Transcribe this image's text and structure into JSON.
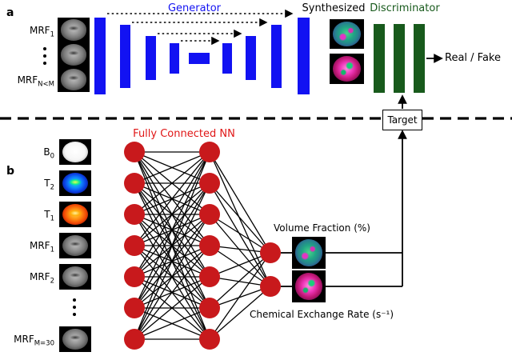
{
  "panel_a": {
    "label": "a",
    "generator_title": "Generator",
    "synthesized_title": "Synthesized",
    "discriminator_title": "Discriminator",
    "real_fake_label": "Real / Fake",
    "target_label": "Target",
    "inputs": [
      {
        "base": "MRF",
        "sub": "1"
      },
      {
        "base": "MRF",
        "sub": "N<M"
      }
    ]
  },
  "panel_b": {
    "label": "b",
    "title": "Fully Connected NN",
    "inputs": [
      {
        "base": "B",
        "sub": "0"
      },
      {
        "base": "T",
        "sub": "2"
      },
      {
        "base": "T",
        "sub": "1"
      },
      {
        "base": "MRF",
        "sub": "1"
      },
      {
        "base": "MRF",
        "sub": "2"
      },
      {
        "base": "MRF",
        "sub": "M=30"
      }
    ],
    "outputs": {
      "volume_fraction": "Volume Fraction (%)",
      "exchange_rate": "Chemical Exchange Rate (s⁻¹)"
    }
  },
  "colors": {
    "generator_blue": "#1212f2",
    "discriminator_green": "#185a1c",
    "label_red": "#e01616",
    "node_red": "#c8191c",
    "line_black": "#000000"
  }
}
